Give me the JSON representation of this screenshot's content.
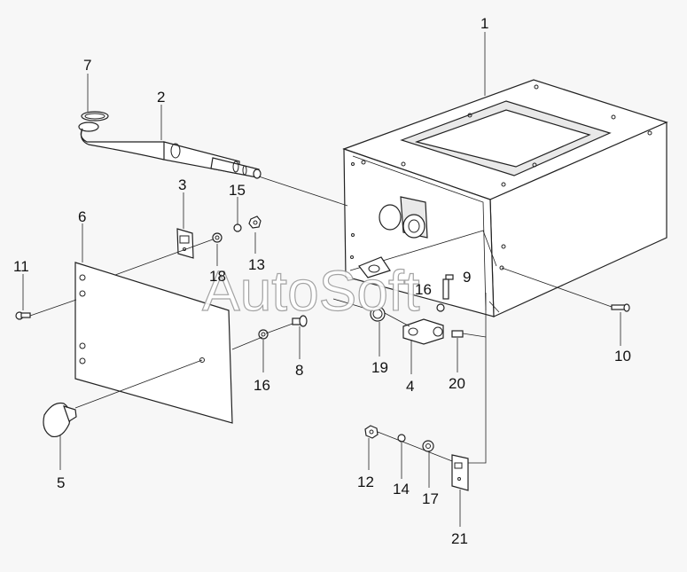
{
  "watermark": "AutoSoft",
  "callouts": [
    "1",
    "2",
    "3",
    "4",
    "5",
    "6",
    "7",
    "8",
    "9",
    "10",
    "11",
    "12",
    "13",
    "14",
    "15",
    "16",
    "16",
    "17",
    "18",
    "19",
    "20",
    "21"
  ]
}
